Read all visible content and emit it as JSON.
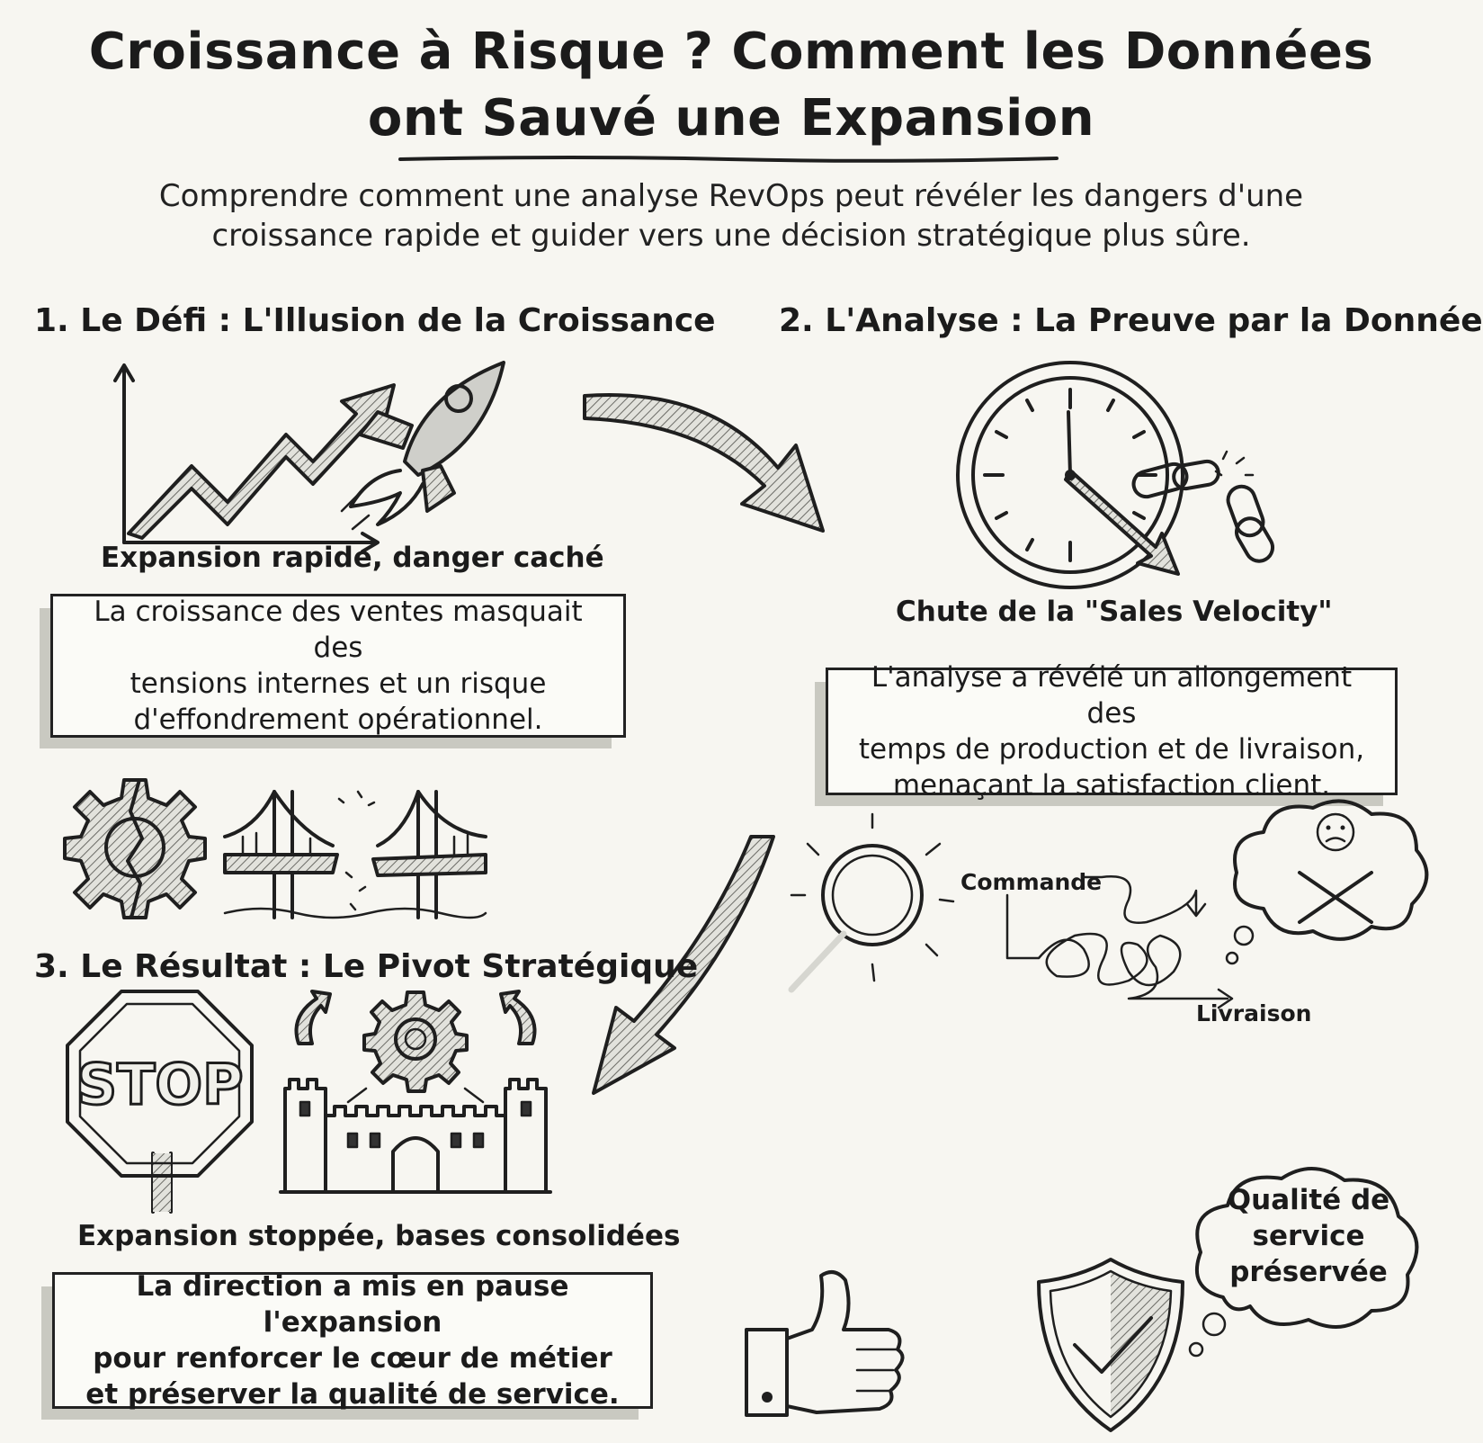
{
  "header": {
    "title_line1": "Croissance à Risque ? Comment les Données",
    "title_line2": "ont Sauvé une Expansion",
    "subtitle_line1": "Comprendre comment une analyse RevOps peut révéler les dangers d'une",
    "subtitle_line2": "croissance rapide et guider vers une décision stratégique plus sûre."
  },
  "section1": {
    "title": "1. Le Défi : L'Illusion de la Croissance",
    "caption": "Expansion rapide, danger caché",
    "box_lines": [
      "La croissance des ventes masquait des",
      "tensions internes et un risque",
      "d'effondrement opérationnel."
    ]
  },
  "section2": {
    "title": "2. L'Analyse : La Preuve par la Donnée",
    "caption": "Chute de la \"Sales Velocity\"",
    "box_lines": [
      "L'analyse a révélé un allongement des",
      "temps de production et de livraison,",
      "menaçant la satisfaction client."
    ],
    "flow_start": "Commande",
    "flow_end": "Livraison"
  },
  "section3": {
    "title": "3. Le Résultat : Le Pivot Stratégique",
    "caption": "Expansion stoppée, bases consolidées",
    "box_lines": [
      "La direction a mis en pause l'expansion",
      "pour renforcer le cœur de métier",
      "et préserver la qualité de service."
    ],
    "stop_sign": "STOP",
    "cloud_lines": [
      "Qualité de",
      "service",
      "préservée"
    ]
  },
  "icons": [
    "rising-chart-icon",
    "rocket-icon",
    "curved-arrow-icon",
    "clock-icon",
    "broken-chain-icon",
    "broken-gear-icon",
    "broken-bridge-icon",
    "magnifying-glass-icon",
    "tangled-flow-icon",
    "sad-cloud-icon",
    "down-arrow-icon",
    "stop-sign-icon",
    "gear-cycle-icon",
    "castle-icon",
    "thumbs-up-icon",
    "shield-check-icon",
    "thought-cloud-icon"
  ]
}
